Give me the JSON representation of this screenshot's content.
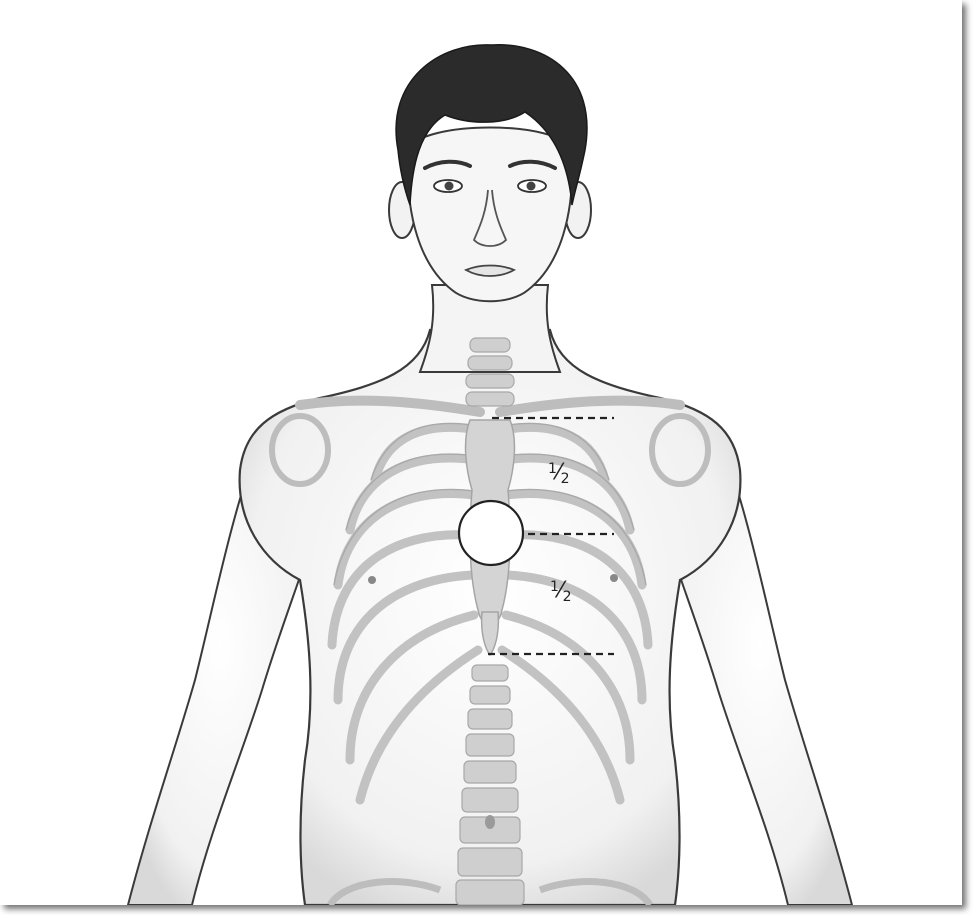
{
  "diagram": {
    "labels": {
      "upper_fraction": {
        "num": "1",
        "den": "2"
      },
      "lower_fraction": {
        "num": "1",
        "den": "2"
      }
    },
    "colors": {
      "outline": "#3a3a3a",
      "skin_shade": "#e9e9e9",
      "bone": "#c9c9c9",
      "bone_line": "#a8a8a8",
      "hair": "#2b2b2b",
      "dash": "#222222",
      "marker_fill": "#ffffff",
      "marker_stroke": "#222222"
    }
  }
}
